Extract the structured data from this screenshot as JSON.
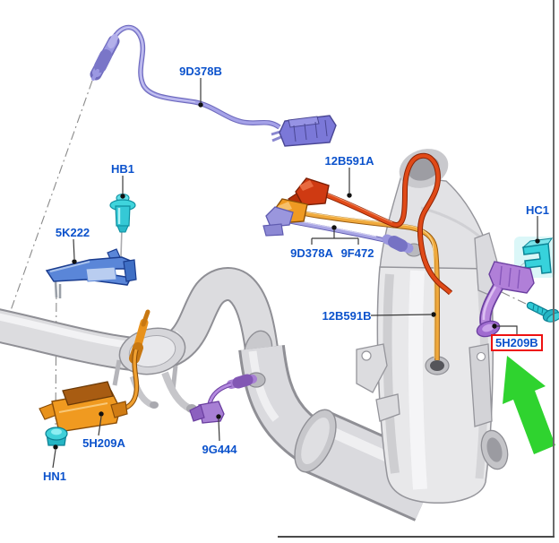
{
  "figure": {
    "type": "exhaust-parts-diagram",
    "description": "Exploded parts diagram of an exhaust / emission system with callout part numbers; part 5H209B is highlighted with a red box and a green arrow",
    "label_color": "#0b52cc",
    "highlight_box_color": "#ee1111",
    "arrow_color": "#2fd32f",
    "labels": [
      {
        "id": "9D378B",
        "text": "9D378B",
        "highlighted": false
      },
      {
        "id": "HB1",
        "text": "HB1",
        "highlighted": false
      },
      {
        "id": "5K222",
        "text": "5K222",
        "highlighted": false
      },
      {
        "id": "12B591A",
        "text": "12B591A",
        "highlighted": false
      },
      {
        "id": "9D378A",
        "text": "9D378A",
        "highlighted": false
      },
      {
        "id": "9F472",
        "text": "9F472",
        "highlighted": false
      },
      {
        "id": "HC1",
        "text": "HC1",
        "highlighted": false
      },
      {
        "id": "12B591B",
        "text": "12B591B",
        "highlighted": false
      },
      {
        "id": "5H209B",
        "text": "5H209B",
        "highlighted": true
      },
      {
        "id": "5H209A",
        "text": "5H209A",
        "highlighted": false
      },
      {
        "id": "9G444",
        "text": "9G444",
        "highlighted": false
      },
      {
        "id": "HN1",
        "text": "HN1",
        "highlighted": false
      }
    ],
    "parts": [
      {
        "name": "oxygen-sensor-9D378B",
        "color": "#a29ee6"
      },
      {
        "name": "plug-HB1",
        "color": "#3ecfda"
      },
      {
        "name": "bracket-5K222",
        "color": "#5a86d8"
      },
      {
        "name": "harness-12B591A",
        "color": "#d94516"
      },
      {
        "name": "harness-9D378A-9F472",
        "color": "#a29ee6"
      },
      {
        "name": "clip-HC1",
        "color": "#3ecfda"
      },
      {
        "name": "harness-12B591B",
        "color": "#f0a032"
      },
      {
        "name": "sensor-5H209B",
        "color": "#b183da"
      },
      {
        "name": "sensor-module-5H209A",
        "color": "#f09a20"
      },
      {
        "name": "sensor-9G444",
        "color": "#a77fd4"
      },
      {
        "name": "nut-HN1",
        "color": "#2fc8cf"
      },
      {
        "name": "exhaust-pipe-and-dpf",
        "color": "#dcdcdf"
      }
    ]
  }
}
